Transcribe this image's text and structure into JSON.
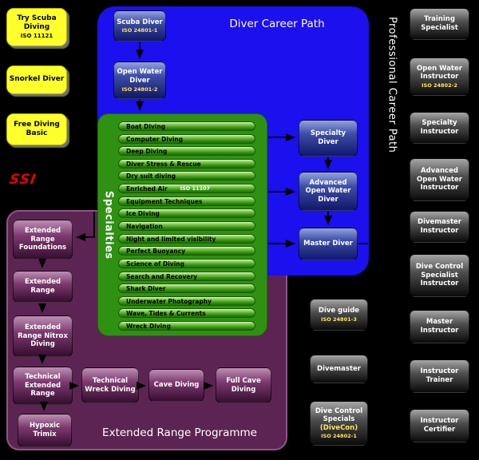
{
  "titles": {
    "diver_career_path": "Diver Career Path",
    "professional_career_path": "Professional Career Path",
    "specialties": "Specialties",
    "extended_range_programme": "Extended Range Programme",
    "logo": "SSI"
  },
  "colors": {
    "background": "#000000",
    "career_panel_blue": "#1b10ee",
    "specialties_panel_green": "#2e9112",
    "extended_panel_purple": "#5c2452",
    "entry_box_yellow": "#ffff2b",
    "iso_highlight": "#ffe760",
    "logo_red": "#e00500",
    "arrow": "#000000"
  },
  "entry_boxes": [
    {
      "label": "Try Scuba Diving",
      "iso": "ISO 11121"
    },
    {
      "label": "Snorkel Diver",
      "iso": ""
    },
    {
      "label": "Free Diving Basic",
      "iso": ""
    }
  ],
  "career_path": {
    "scuba_diver": {
      "label": "Scuba Diver",
      "iso": "ISO 24801-1"
    },
    "open_water_diver": {
      "label": "Open Water Diver",
      "iso": "ISO 24801-2"
    },
    "specialty_diver": {
      "label": "Specialty Diver"
    },
    "advanced_open_water_diver": {
      "label": "Advanced Open Water Diver"
    },
    "master_diver": {
      "label": "Master Diver"
    }
  },
  "specialties": [
    {
      "label": "Boat Diving"
    },
    {
      "label": "Computer Diving"
    },
    {
      "label": "Deep Diving"
    },
    {
      "label": "Diver Stress & Rescue"
    },
    {
      "label": "Dry suit diving"
    },
    {
      "label": "Enriched Air",
      "iso": "ISO 11107"
    },
    {
      "label": "Equipment Techniques"
    },
    {
      "label": "Ice Diving"
    },
    {
      "label": "Navigation"
    },
    {
      "label": "Night and limited visibility"
    },
    {
      "label": "Perfect Buoyancy"
    },
    {
      "label": "Science of Diving"
    },
    {
      "label": "Search and Recovery"
    },
    {
      "label": "Shark Diver"
    },
    {
      "label": "Underwater Photography"
    },
    {
      "label": "Wave, Tides & Currents"
    },
    {
      "label": "Wreck Diving"
    }
  ],
  "extended_range": [
    {
      "label": "Extended Range Foundations"
    },
    {
      "label": "Extended Range"
    },
    {
      "label": "Extended Range Nitrox Diving"
    },
    {
      "label": "Technical Extended Range"
    },
    {
      "label": "Hypoxic Trimix"
    },
    {
      "label": "Technical Wreck Diving"
    },
    {
      "label": "Cave Diving"
    },
    {
      "label": "Full Cave Diving"
    }
  ],
  "leadership": [
    {
      "label": "Dive guide",
      "iso": "ISO 24801-3"
    },
    {
      "label": "Divemaster",
      "iso": ""
    },
    {
      "label": "Dive Control Specials",
      "sublabel": "(DiveCon)",
      "iso": "ISO 24802-1"
    }
  ],
  "professional": [
    {
      "label": "Training Specialist",
      "iso": ""
    },
    {
      "label": "Open Water Instructor",
      "iso": "ISO 24802-2"
    },
    {
      "label": "Specialty Instructor",
      "iso": ""
    },
    {
      "label": "Advanced Open Water Instructor",
      "iso": ""
    },
    {
      "label": "Divemaster Instructor",
      "iso": ""
    },
    {
      "label": "Dive Control Specialist Instructor",
      "iso": ""
    },
    {
      "label": "Master Instructor",
      "iso": ""
    },
    {
      "label": "Instructor Trainer",
      "iso": ""
    },
    {
      "label": "Instructor Certifier",
      "iso": ""
    }
  ]
}
